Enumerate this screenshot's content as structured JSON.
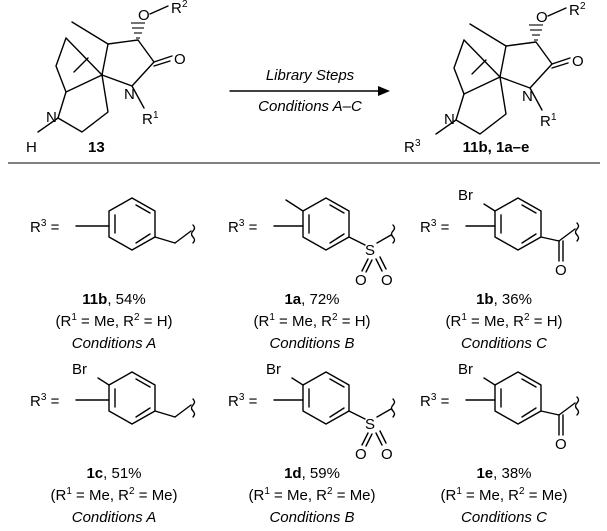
{
  "reaction": {
    "reactant_label": "13",
    "product_label": "11b, 1a–e",
    "arrow_top": "Library Steps",
    "arrow_bottom": "Conditions A–C",
    "atoms": {
      "O": "O",
      "R": "R",
      "sup2": "2",
      "sup1": "1",
      "sup3": "3",
      "N": "N",
      "H": "H"
    }
  },
  "r3_prefix": "R",
  "r3_sup": "3",
  "r3_equals": " =",
  "entries": [
    {
      "compound": "11b",
      "yield": ", 54%",
      "r1": "Me",
      "r2": "H",
      "conditions": "Conditions A",
      "substituent": "methyl-free",
      "group": "benzyl"
    },
    {
      "compound": "1a",
      "yield": ", 72%",
      "r1": "Me",
      "r2": "H",
      "conditions": "Conditions B",
      "substituent": "methyl",
      "group": "sulfonyl"
    },
    {
      "compound": "1b",
      "yield": ", 36%",
      "r1": "Me",
      "r2": "H",
      "conditions": "Conditions C",
      "substituent": "Br",
      "group": "acyl"
    },
    {
      "compound": "1c",
      "yield": ", 51%",
      "r1": "Me",
      "r2": "Me",
      "conditions": "Conditions A",
      "substituent": "Br",
      "group": "benzyl"
    },
    {
      "compound": "1d",
      "yield": ", 59%",
      "r1": "Me",
      "r2": "Me",
      "conditions": "Conditions B",
      "substituent": "Br",
      "group": "sulfonyl"
    },
    {
      "compound": "1e",
      "yield": ", 38%",
      "r1": "Me",
      "r2": "Me",
      "conditions": "Conditions C",
      "substituent": "Br",
      "group": "acyl"
    }
  ],
  "text": {
    "br": "Br",
    "s": "S",
    "o": "O",
    "paren_open": "(",
    "r": "R",
    "one": "1",
    "two": "2",
    "eq": " = ",
    "comma": ", ",
    "paren_close": ")"
  }
}
